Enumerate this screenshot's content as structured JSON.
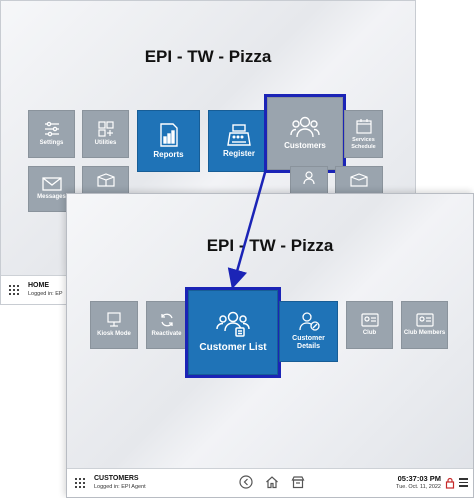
{
  "back_screen": {
    "title": "EPI - TW - Pizza",
    "tiles": {
      "settings": "Settings",
      "utilities": "Utilities",
      "reports": "Reports",
      "register": "Register",
      "customers": "Customers",
      "services_schedule": "Services Schedule",
      "messages": "Messages"
    },
    "bottom": {
      "title": "HOME",
      "logged_in": "Logged in:  EP"
    }
  },
  "front_screen": {
    "title": "EPI - TW - Pizza",
    "tiles": {
      "kiosk_mode": "Kiosk Mode",
      "reactivate": "Reactivate",
      "customer_list": "Customer List",
      "customer_details": "Customer Details",
      "club": "Club",
      "club_members": "Club Members"
    },
    "bottom": {
      "title": "CUSTOMERS",
      "logged_in": "Logged in:  EPI Agent",
      "time": "05:37:03 PM",
      "date": "Tue. Oct. 11, 2022"
    }
  },
  "icons": [
    "sliders-icon",
    "grid-plus-icon",
    "report-chart-icon",
    "cash-register-icon",
    "users-icon",
    "calendar-icon",
    "envelope-icon",
    "box-icon",
    "kiosk-monitor-icon",
    "refresh-icon",
    "user-details-icon",
    "id-card-icon",
    "back-icon",
    "home-icon",
    "store-icon",
    "lock-icon",
    "menu-icon"
  ],
  "colors": {
    "tile_gray": "#9aa4ae",
    "tile_blue": "#1f73b7",
    "highlight": "#1b24b6"
  }
}
